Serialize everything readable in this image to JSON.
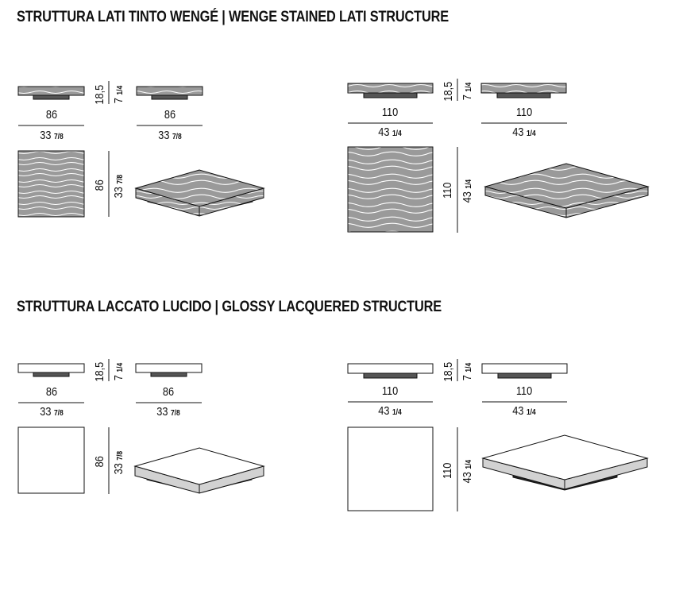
{
  "sections": [
    {
      "title": "STRUTTURA LATI TINTO WENGÉ | WENGE STAINED LATI STRUCTURE",
      "finish": "wenge",
      "tables": [
        {
          "width_cm": "86",
          "width_in": "33",
          "width_in_frac": "7/8",
          "height_cm": "18,5",
          "height_in": "7",
          "height_in_frac": "1/4"
        },
        {
          "width_cm": "110",
          "width_in": "43",
          "width_in_frac": "1/4",
          "height_cm": "18,5",
          "height_in": "7",
          "height_in_frac": "1/4"
        }
      ]
    },
    {
      "title": "STRUTTURA LACCATO LUCIDO | GLOSSY LACQUERED STRUCTURE",
      "finish": "lacquer",
      "tables": [
        {
          "width_cm": "86",
          "width_in": "33",
          "width_in_frac": "7/8",
          "height_cm": "18,5",
          "height_in": "7",
          "height_in_frac": "1/4"
        },
        {
          "width_cm": "110",
          "width_in": "43",
          "width_in_frac": "1/4",
          "height_cm": "18,5",
          "height_in": "7",
          "height_in_frac": "1/4"
        }
      ]
    }
  ],
  "colors": {
    "line": "#111111",
    "wenge_fill": "#9a9a9a",
    "wood_grain": "#ffffff",
    "base": "#555555",
    "lacquer_fill": "#ffffff",
    "lacquer_side": "#d2d2d2"
  }
}
